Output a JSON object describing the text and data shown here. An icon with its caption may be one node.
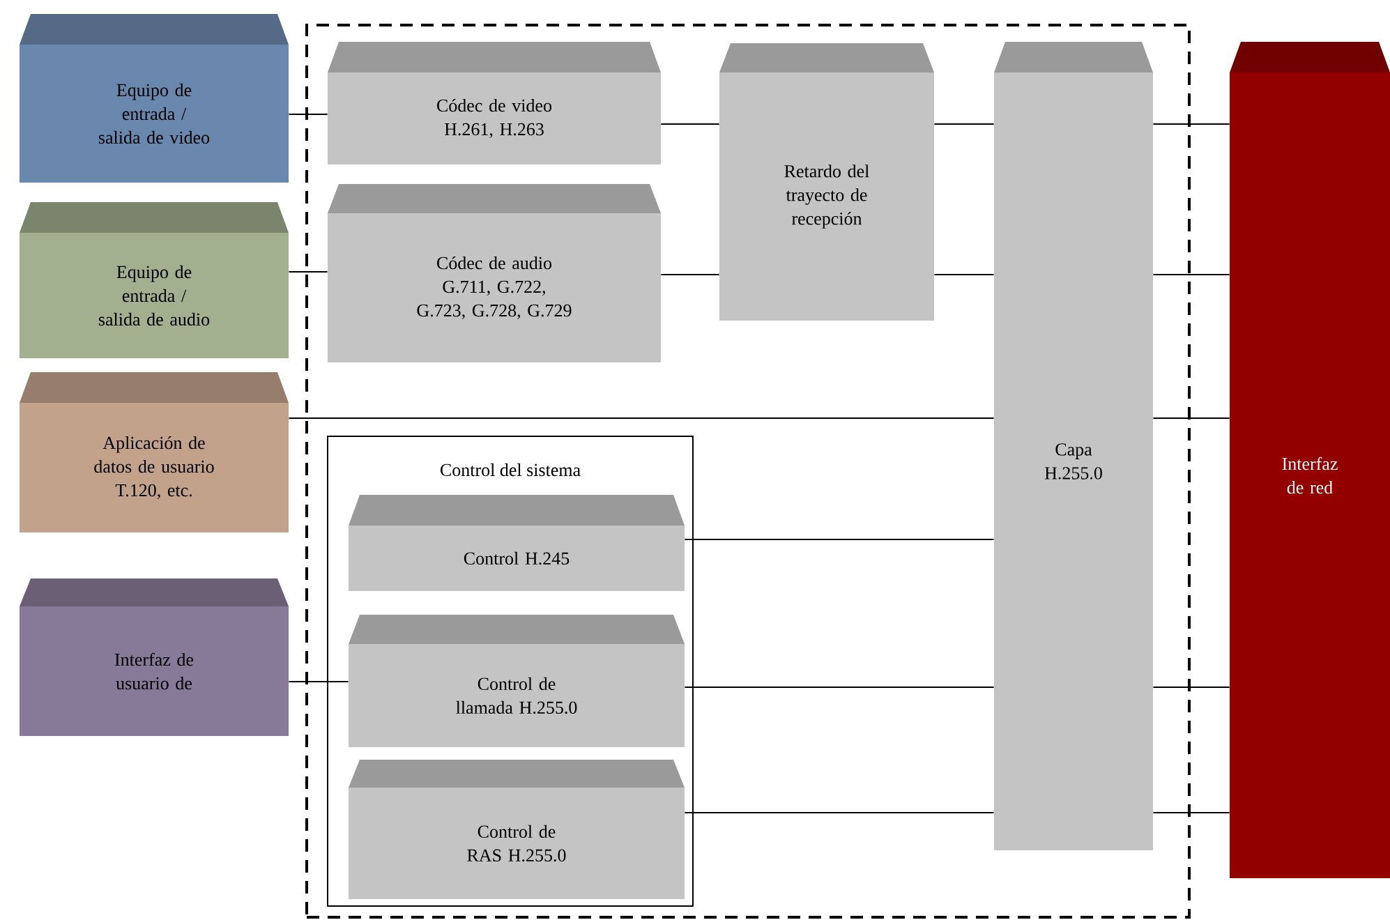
{
  "diagram": {
    "nodes": [
      {
        "text": [],
        "shape": "box"
      },
      {
        "text": [
          "Equipo de entrada / salida de video"
        ]
      },
      {
        "text": [
          "Equipo de entrada / salida de audio"
        ]
      },
      {
        "text": [
          "Aplicación de datos de usuario T.120, etc."
        ]
      },
      {
        "text": [
          "Interfaz de usuario de"
        ]
      },
      {
        "text": [
          "Códec de video H.261, H.263"
        ],
        "in": 0
      },
      {
        "text": [
          "Códec de audio G.711, G.722, G.723, G.728, G.729"
        ],
        "in": 0
      },
      {
        "text": [
          "Retardo del trayecto de recepción"
        ],
        "in": 0
      },
      {
        "text": [
          "Capa H.255.0"
        ],
        "in": 0
      },
      {
        "text": [
          "Control del sistema"
        ],
        "in": 0
      },
      {
        "text": [
          "Control H.245"
        ],
        "in": 9
      },
      {
        "text": [
          "Control de llamada H.255.0"
        ],
        "in": 9
      },
      {
        "text": [
          "Control de RAS H.255.0"
        ],
        "in": 9
      },
      {
        "text": [
          "Interfaz de red"
        ]
      }
    ],
    "edges": [
      {
        "from": 1,
        "to": 5,
        "arrow": "none"
      },
      {
        "from": 2,
        "to": 6,
        "arrow": "none"
      },
      {
        "from": 5,
        "to": 7,
        "arrow": "none"
      },
      {
        "from": 6,
        "to": 7,
        "arrow": "none"
      },
      {
        "from": 7,
        "to": 8,
        "arrow": "none"
      },
      {
        "from": 7,
        "to": 8,
        "arrow": "none"
      },
      {
        "from": 3,
        "to": 8,
        "arrow": "none"
      },
      {
        "from": 10,
        "to": 8,
        "arrow": "none"
      },
      {
        "from": 4,
        "to": 11,
        "arrow": "none"
      },
      {
        "from": 11,
        "to": 8,
        "arrow": "none"
      },
      {
        "from": 12,
        "to": 8,
        "arrow": "none"
      },
      {
        "from": 8,
        "to": 13,
        "arrow": "none"
      },
      {
        "from": 8,
        "to": 13,
        "arrow": "none"
      },
      {
        "from": 8,
        "to": 13,
        "arrow": "none"
      },
      {
        "from": 8,
        "to": 13,
        "arrow": "none"
      },
      {
        "from": 8,
        "to": 13,
        "arrow": "none"
      }
    ]
  }
}
